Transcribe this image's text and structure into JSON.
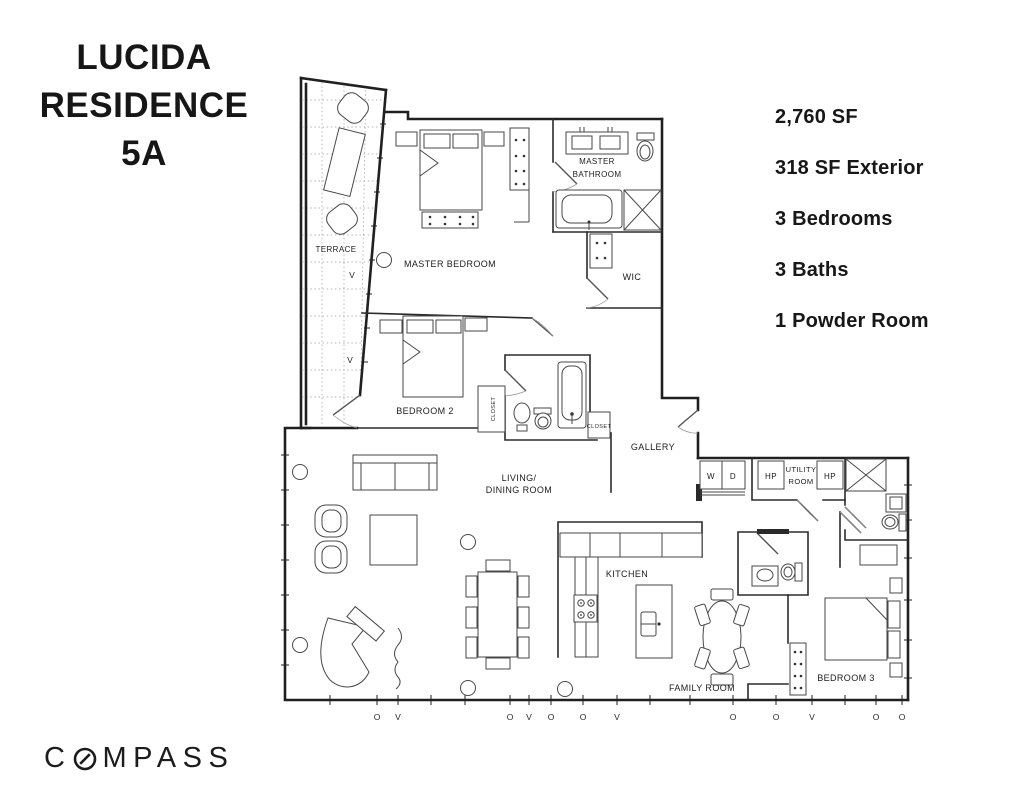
{
  "header": {
    "title_line1": "LUCIDA",
    "title_line2": "RESIDENCE 5A"
  },
  "stats": {
    "items": [
      "2,760 SF",
      "318 SF Exterior",
      "3 Bedrooms",
      "3 Baths",
      "1 Powder Room"
    ]
  },
  "floorplan": {
    "rooms": {
      "terrace": "TERRACE",
      "master_bedroom": "MASTER BEDROOM",
      "master_bathroom_line1": "MASTER",
      "master_bathroom_line2": "BATHROOM",
      "wic": "WIC",
      "bedroom2": "BEDROOM 2",
      "closet_vertical": "CLOSET",
      "closet_hall": "CLOSET",
      "gallery": "GALLERY",
      "washer": "W",
      "dryer": "D",
      "hp_left": "HP",
      "utility_line1": "UTILITY",
      "utility_line2": "ROOM",
      "hp_right": "HP",
      "living_line1": "LIVING/",
      "living_line2": "DINING ROOM",
      "kitchen": "KITCHEN",
      "family_room": "FAMILY ROOM",
      "bedroom3": "BEDROOM 3"
    },
    "floor_markers": [
      "O",
      "V",
      "O",
      "V",
      "O",
      "O",
      "V",
      "O",
      "O",
      "V",
      "O",
      "O"
    ],
    "terrace_markers": [
      "V",
      "V"
    ]
  },
  "footer": {
    "brand_pre": "C",
    "brand_post": "MPASS"
  },
  "colors": {
    "ink": "#1a1a1a",
    "wall": "#202020",
    "furniture": "#474747",
    "grid": "#9b9b9b"
  }
}
